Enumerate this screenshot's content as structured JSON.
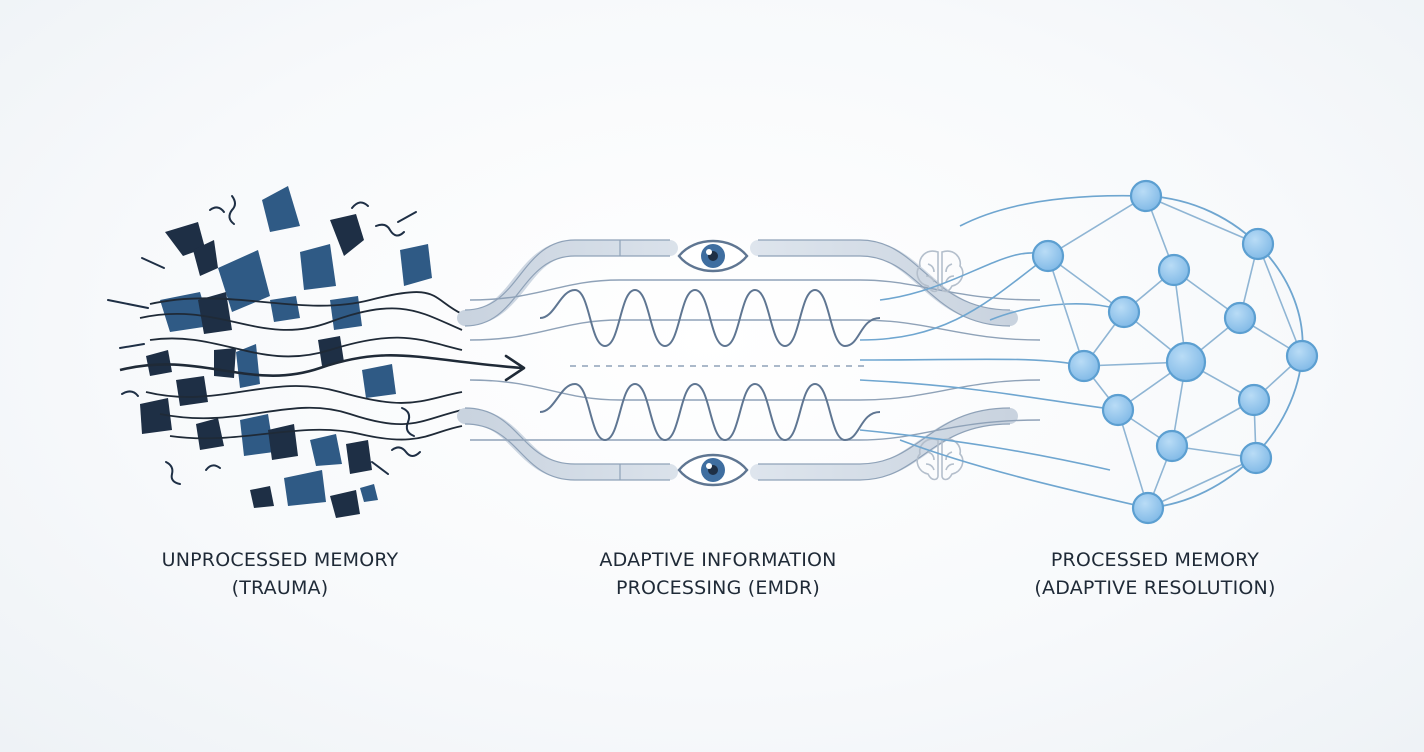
{
  "labels": {
    "unprocessed": [
      "UNPROCESSED MEMORY",
      "(TRAUMA)"
    ],
    "processing": [
      "ADAPTIVE INFORMATION",
      "PROCESSING (EMDR)"
    ],
    "processed": [
      "PROCESSED MEMORY",
      "(ADAPTIVE RESOLUTION)"
    ]
  },
  "colors": {
    "fragment_dark": "#1e2f45",
    "fragment_mid": "#2f5a85",
    "channel": "#8fa2b8",
    "wave": "#5f7692",
    "network_node": "#8ec3ec",
    "network_stroke": "#5c9fd1",
    "text": "#1f2a37"
  },
  "icons": [
    "eye-icon",
    "brain-icon",
    "arrow-icon"
  ]
}
